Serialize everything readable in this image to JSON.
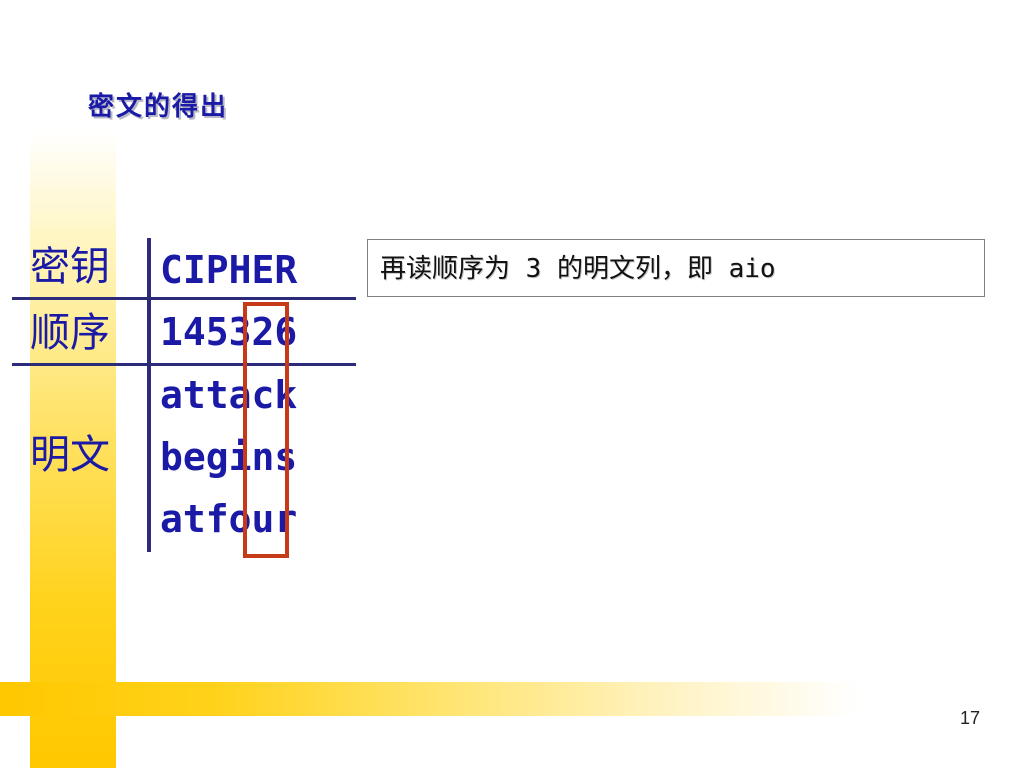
{
  "slide": {
    "title": "密文的得出",
    "page_number": "17"
  },
  "table": {
    "key_label": "密钥",
    "order_label": "顺序",
    "plaintext_label": "明文",
    "key": "CIPHER",
    "order": "145326",
    "plaintext_rows": [
      "attack",
      "begins",
      "atfour"
    ]
  },
  "note": {
    "text": "再读顺序为 3 的明文列，即 aio"
  },
  "colors": {
    "text_blue": "#1a1aa6",
    "highlight_red": "#c63a18",
    "accent_yellow": "#ffc800"
  }
}
